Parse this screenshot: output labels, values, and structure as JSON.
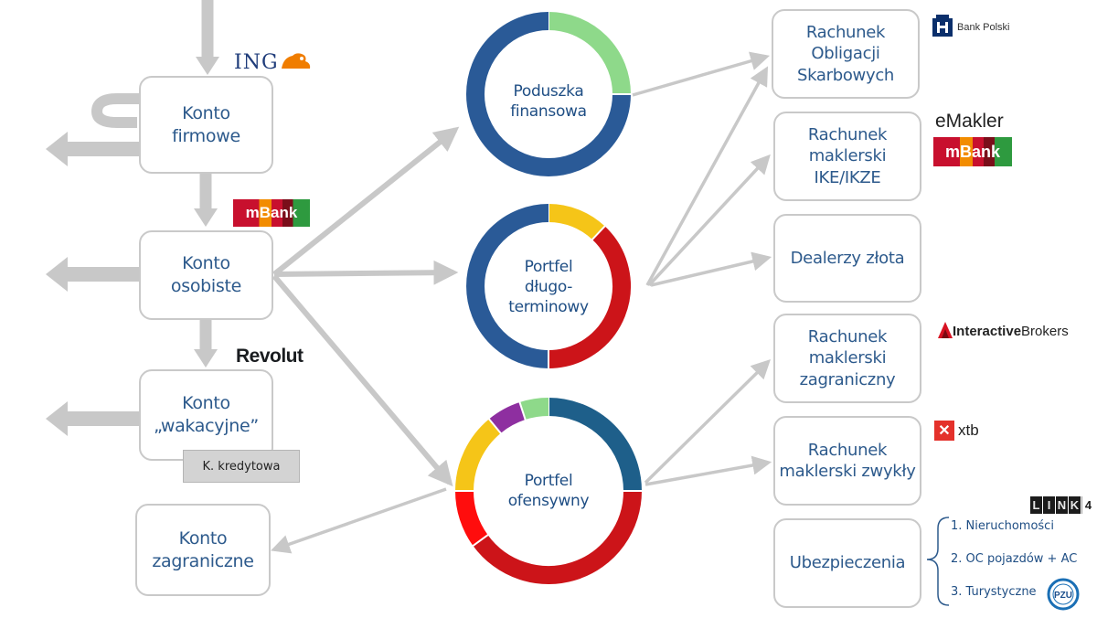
{
  "accounts": {
    "firm": "Konto\nfirmowe",
    "personal": "Konto\nosobiste",
    "holiday": "Konto\n„wakacyjne”",
    "foreign": "Konto\nzagraniczne",
    "credit_tag": "K. kredytowa"
  },
  "portfolios": {
    "cushion": "Poduszka\nfinansowa",
    "longterm": "Portfel\ndługo-\nterminowy",
    "offensive": "Portfel\nofensywny"
  },
  "targets": {
    "bonds": "Rachunek\nObligacji\nSkarbowych",
    "ike": "Rachunek\nmaklerski\nIKE/IKZE",
    "gold": "Dealerzy złota",
    "foreign_broker": "Rachunek\nmaklerski\nzagraniczny",
    "broker": "Rachunek\nmaklerski zwykły",
    "insurance": "Ubezpieczenia"
  },
  "insurance_items": [
    "1.   Nieruchomości",
    "2.   OC pojazdów + AC",
    "3.   Turystyczne"
  ],
  "logos": {
    "ing": "ING",
    "mbank": "mBank",
    "revolut": "Revolut",
    "pko": "Bank Polski",
    "emakler": "eMakler",
    "ib_bold": "Interactive",
    "ib_rest": "Brokers",
    "xtb": "xtb",
    "link4": "LINK4",
    "pzu": "PZU"
  },
  "colors": {
    "blue": "#2a5a97",
    "light_green": "#8ed98a",
    "yellow": "#f5c518",
    "red": "#cc1419",
    "teal": "#1e5f8a",
    "purple": "#8e2fa0",
    "bright_red": "#ff0d0d",
    "arrow": "#c8c8c8"
  },
  "rings": [
    {
      "id": "cushion",
      "segments": [
        {
          "value": 25,
          "color": "#8ed98a"
        },
        {
          "value": 75,
          "color": "#2a5a97"
        }
      ]
    },
    {
      "id": "longterm",
      "segments": [
        {
          "value": 12,
          "color": "#f5c518"
        },
        {
          "value": 38,
          "color": "#cc1419"
        },
        {
          "value": 50,
          "color": "#2a5a97"
        }
      ]
    },
    {
      "id": "offensive",
      "segments": [
        {
          "value": 25,
          "color": "#1e5f8a"
        },
        {
          "value": 40,
          "color": "#cc1419"
        },
        {
          "value": 10,
          "color": "#ff0d0d"
        },
        {
          "value": 14,
          "color": "#f5c518"
        },
        {
          "value": 6,
          "color": "#8e2fa0"
        },
        {
          "value": 5,
          "color": "#8ed98a"
        }
      ]
    }
  ]
}
